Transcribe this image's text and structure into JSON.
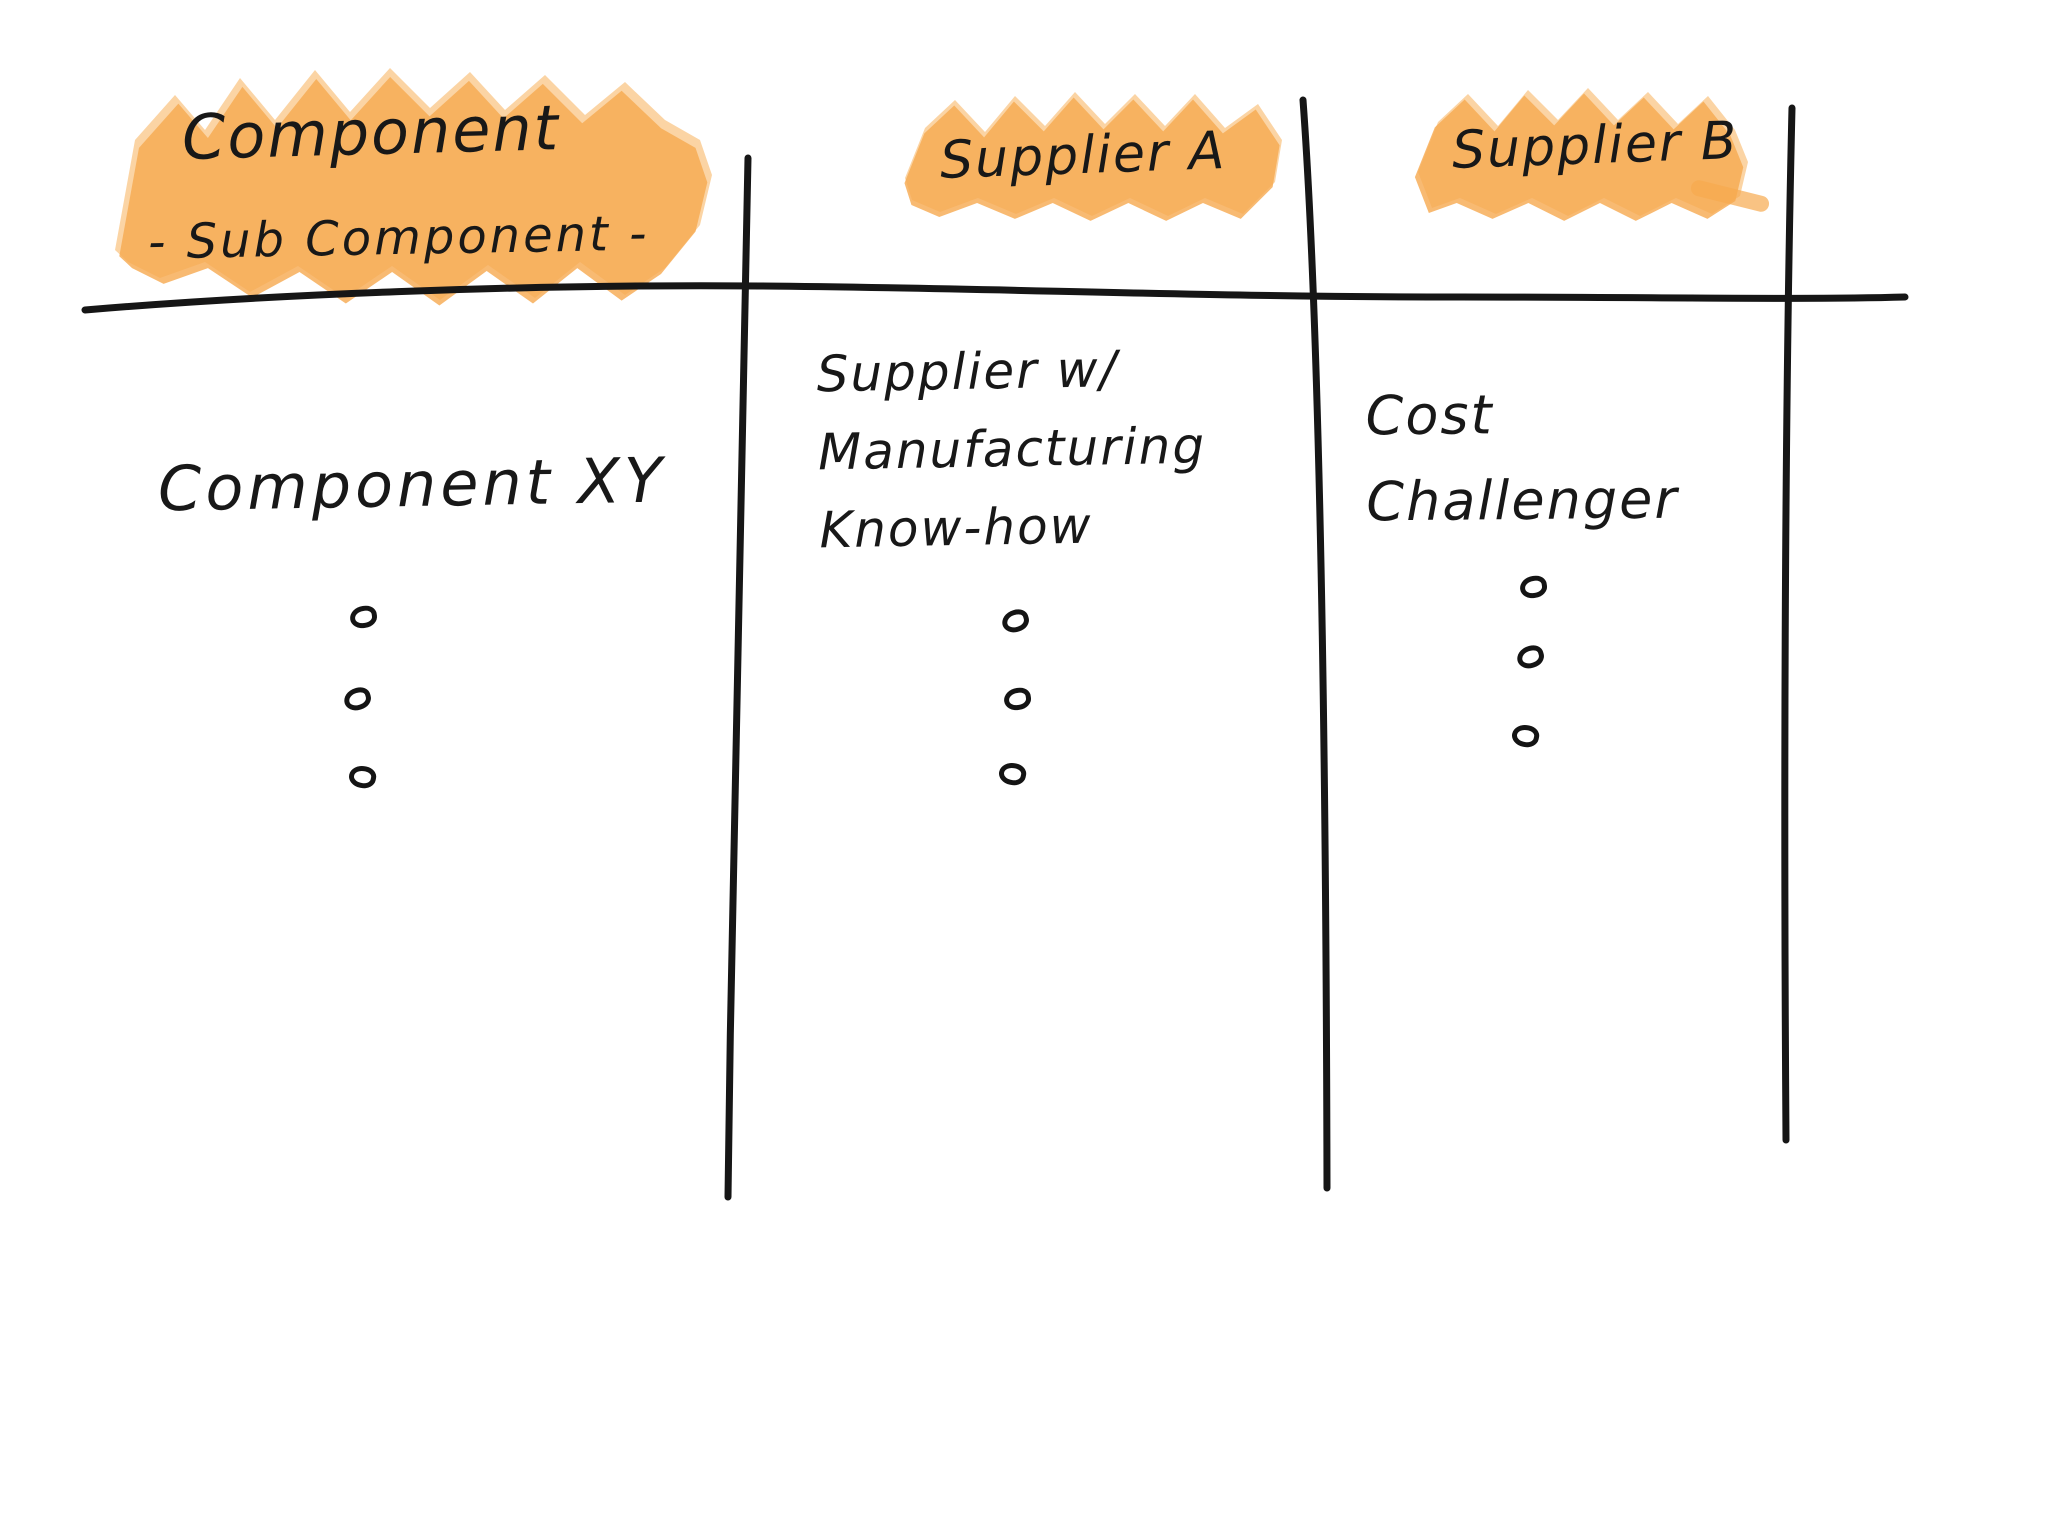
{
  "diagram": {
    "type": "hand-drawn-table",
    "colors": {
      "highlight": "#f6a94f",
      "highlight_light": "#f9c685",
      "ink": "#1a1a1a"
    },
    "table": {
      "col1": {
        "header": "Component",
        "subheader": "- Sub Component -",
        "cell": "Component XY",
        "bullet_count": 3
      },
      "col2": {
        "header": "Supplier A",
        "cell_line1": "Supplier w/",
        "cell_line2": "Manufacturing",
        "cell_line3": "Know-how",
        "bullet_count": 3
      },
      "col3": {
        "header": "Supplier B",
        "cell_line1": "Cost",
        "cell_line2": "Challenger",
        "bullet_count": 3
      }
    }
  }
}
